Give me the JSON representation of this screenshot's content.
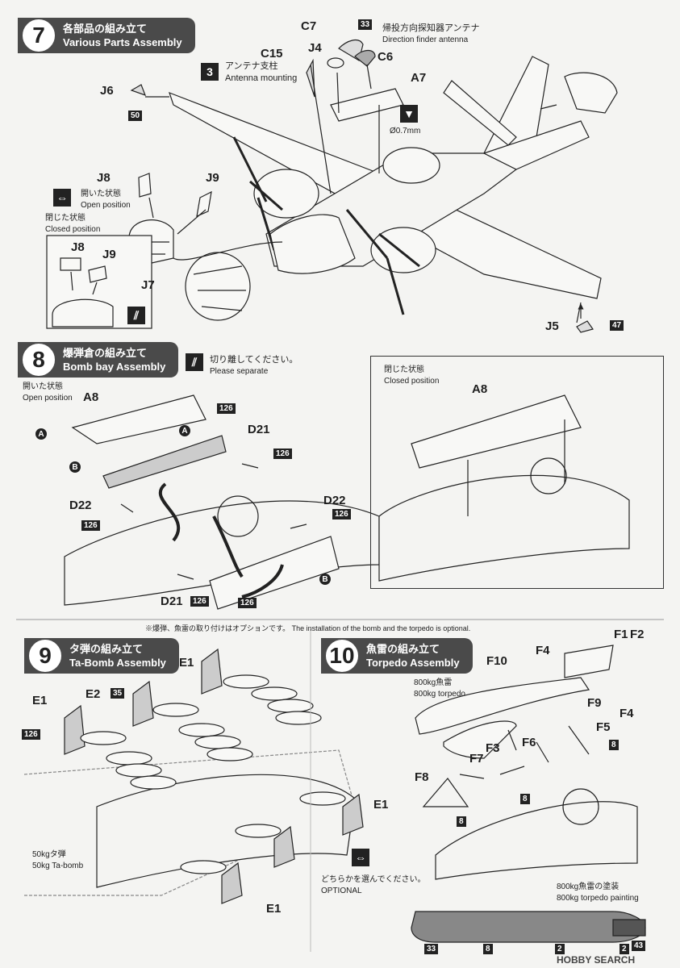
{
  "step7": {
    "num": "7",
    "jp": "各部品の組み立て",
    "en": "Various Parts Assembly"
  },
  "step3": {
    "num": "3",
    "jp": "アンテナ支柱",
    "en": "Antenna mounting"
  },
  "step8": {
    "num": "8",
    "jp": "爆弾倉の組み立て",
    "en": "Bomb bay Assembly"
  },
  "step9": {
    "num": "9",
    "jp": "タ弾の組み立て",
    "en": "Ta-Bomb Assembly"
  },
  "step10": {
    "num": "10",
    "jp": "魚雷の組み立て",
    "en": "Torpedo Assembly"
  },
  "labels7": {
    "c7": "C7",
    "j4": "J4",
    "c15": "C15",
    "c6": "C6",
    "a7": "A7",
    "j6": "J6",
    "j8": "J8",
    "j9": "J9",
    "j7": "J7",
    "j5": "J5",
    "j8b": "J8",
    "j9b": "J9",
    "antenna_jp": "帰投方向探知器アンテナ",
    "antenna_en": "Direction finder antenna",
    "open_jp": "開いた状態",
    "open_en": "Open position",
    "closed_jp": "閉じた状態",
    "closed_en": "Closed position",
    "drill": "Ø0.7mm",
    "tag33": "33",
    "tag50": "50",
    "tag47": "47"
  },
  "labels8": {
    "sep_jp": "切り離してください。",
    "sep_en": "Please separate",
    "open_jp": "開いた状態",
    "open_en": "Open position",
    "a8": "A8",
    "a8b": "A8",
    "d21": "D21",
    "d21b": "D21",
    "d22": "D22",
    "d22b": "D22",
    "t126": "126",
    "A": "A",
    "B": "B",
    "closed_jp": "閉じた状態",
    "closed_en": "Closed position"
  },
  "note": "※爆弾、魚雷の取り付けはオプションです。 The installation of the bomb and the torpedo is optional.",
  "labels9": {
    "e1": "E1",
    "e2": "E2",
    "t35": "35",
    "t126": "126",
    "bomb_jp": "50kgタ弾",
    "bomb_en": "50kg Ta-bomb",
    "opt_jp": "どちらかを選んでください。",
    "opt_en": "OPTIONAL"
  },
  "labels10": {
    "f4": "F4",
    "f1": "F1",
    "f2": "F2",
    "f10": "F10",
    "f9": "F9",
    "f3": "F3",
    "f6": "F6",
    "f5": "F5",
    "f7": "F7",
    "f8": "F8",
    "t8": "8",
    "torp_jp": "800kg魚雷",
    "torp_en": "800kg torpedo",
    "paint_jp": "800kg魚雷の塗装",
    "paint_en": "800kg torpedo painting",
    "t33": "33",
    "t2": "2",
    "t43": "43"
  },
  "watermark": "HOBBY SEARCH"
}
